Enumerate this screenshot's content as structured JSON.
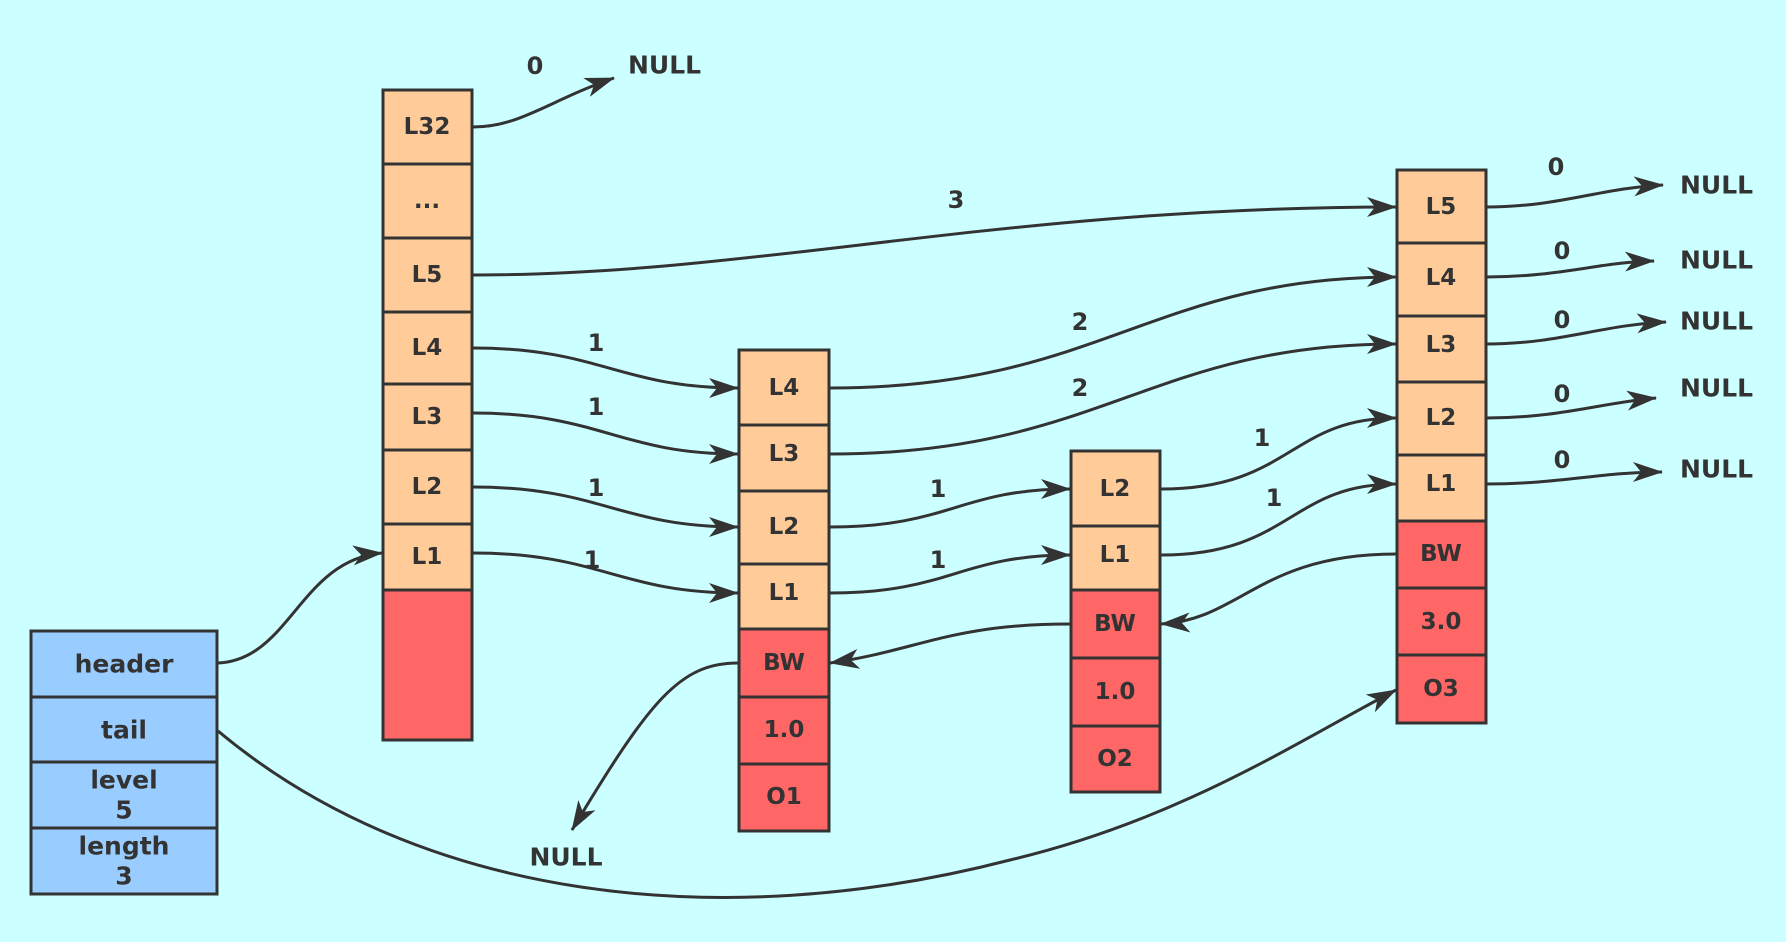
{
  "colors": {
    "background": "#ccffff",
    "level_fill": "#ffcc99",
    "object_fill": "#ff6666",
    "header_fill": "#99ccff",
    "stroke": "#333333"
  },
  "list": {
    "header": "header",
    "tail": "tail",
    "level_label": "level",
    "level_value": "5",
    "length_label": "length",
    "length_value": "3"
  },
  "head_node": {
    "levels": [
      "L32",
      "...",
      "L5",
      "L4",
      "L3",
      "L2",
      "L1"
    ]
  },
  "nodes": [
    {
      "levels": [
        "L4",
        "L3",
        "L2",
        "L1"
      ],
      "backward": "BW",
      "score": "1.0",
      "obj": "O1"
    },
    {
      "levels": [
        "L2",
        "L1"
      ],
      "backward": "BW",
      "score": "1.0",
      "obj": "O2"
    },
    {
      "levels": [
        "L5",
        "L4",
        "L3",
        "L2",
        "L1"
      ],
      "backward": "BW",
      "score": "3.0",
      "obj": "O3"
    }
  ],
  "links": {
    "head_L32": "0",
    "head_L5": "3",
    "head_L4": "1",
    "head_L3": "1",
    "head_L2": "1",
    "head_L1": "1",
    "n1_L4": "2",
    "n1_L3": "2",
    "n1_L2": "1",
    "n1_L1": "1",
    "n2_L2": "1",
    "n2_L1": "1",
    "n3_L5": "0",
    "n3_L4": "0",
    "n3_L3": "0",
    "n3_L2": "0",
    "n3_L1": "0"
  },
  "null_label": "NULL"
}
